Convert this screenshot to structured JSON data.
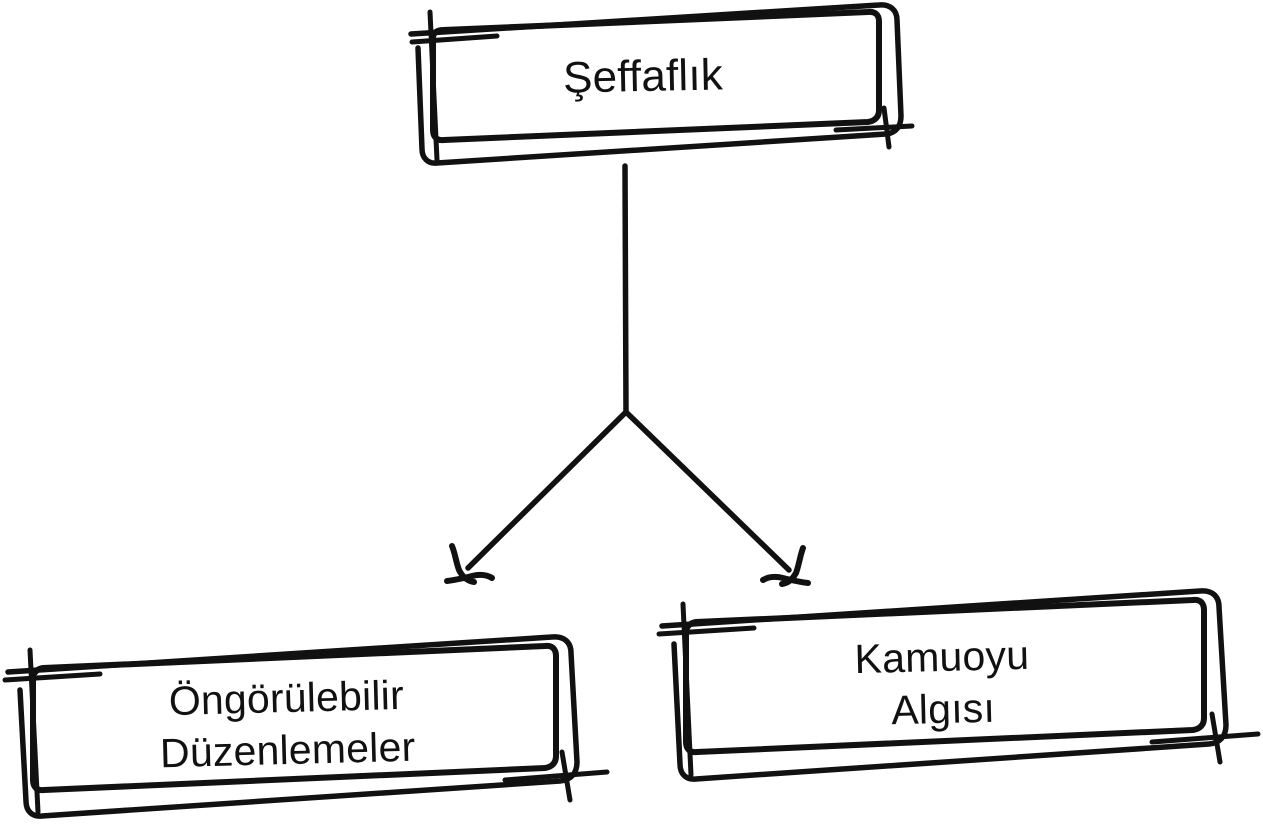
{
  "diagram": {
    "title_text": "Şeffaflık",
    "background_color": "#ffffff",
    "stroke_color": "#111111",
    "style": "hand-drawn-sketch",
    "nodes": [
      {
        "id": "root",
        "label": "Şeffaflık",
        "role": "root-concept",
        "position": "top-center"
      },
      {
        "id": "left",
        "label": "Öngörülebilir\nDüzenlemeler",
        "role": "child-concept",
        "position": "bottom-left"
      },
      {
        "id": "right",
        "label": "Kamuoyu\nAlgısı",
        "role": "child-concept",
        "position": "bottom-right"
      }
    ],
    "connectors": [
      {
        "id": "stem",
        "from": "root",
        "to": "branch-junction",
        "kind": "vertical-line",
        "arrowhead": "none"
      },
      {
        "id": "branch-left",
        "from": "branch-junction",
        "to": "left",
        "kind": "diagonal-line",
        "arrowhead": "open-v"
      },
      {
        "id": "branch-right",
        "from": "branch-junction",
        "to": "right",
        "kind": "diagonal-line",
        "arrowhead": "open-v"
      }
    ]
  }
}
